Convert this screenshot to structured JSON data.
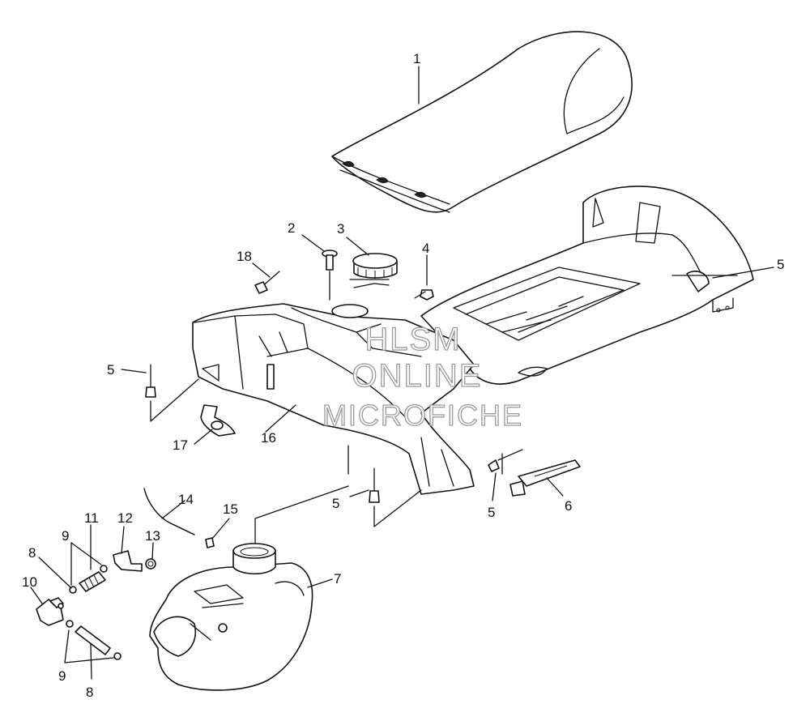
{
  "watermark": {
    "line1": "HLSM",
    "line2": "ONLINE",
    "line3": "MICROFICHE"
  },
  "callouts": [
    {
      "label": "1"
    },
    {
      "label": "2"
    },
    {
      "label": "3"
    },
    {
      "label": "4"
    },
    {
      "label": "5"
    },
    {
      "label": "5"
    },
    {
      "label": "5"
    },
    {
      "label": "5"
    },
    {
      "label": "6"
    },
    {
      "label": "7"
    },
    {
      "label": "8"
    },
    {
      "label": "8"
    },
    {
      "label": "9"
    },
    {
      "label": "9"
    },
    {
      "label": "10"
    },
    {
      "label": "11"
    },
    {
      "label": "12"
    },
    {
      "label": "13"
    },
    {
      "label": "14"
    },
    {
      "label": "15"
    },
    {
      "label": "16"
    },
    {
      "label": "17"
    },
    {
      "label": "18"
    }
  ]
}
